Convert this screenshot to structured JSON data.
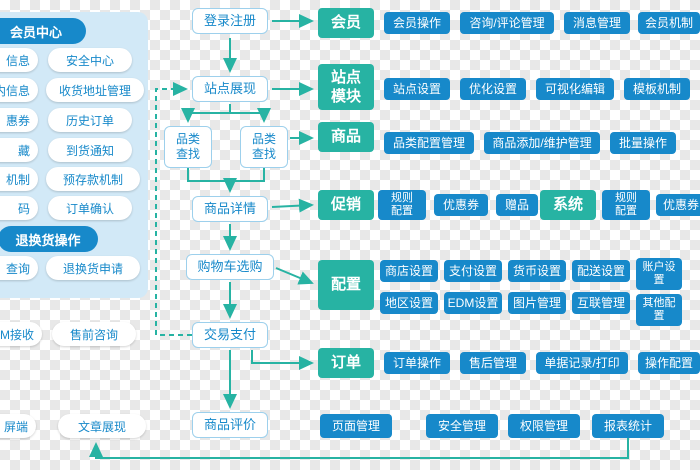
{
  "colors": {
    "blue": "#1789ca",
    "teal": "#27b3a3",
    "panel_bg": "#d2e9f7",
    "checker": "#e8e8e8"
  },
  "member_panel": {
    "title": "会员中心",
    "rows": [
      {
        "left": "信息",
        "right": "安全中心"
      },
      {
        "left": "内信息",
        "right": "收货地址管理"
      },
      {
        "left": "惠券",
        "right": "历史订单"
      },
      {
        "left": "藏",
        "right": "到货通知"
      },
      {
        "left": "机制",
        "right": "预存款机制"
      },
      {
        "left": "码",
        "right": "订单确认"
      }
    ],
    "returns_title": "退换货操作",
    "returns_row": {
      "left": "查询",
      "right": "退换货申请"
    },
    "extra_row": {
      "left": "M接收",
      "right": "售前咨询"
    },
    "bottom_row": {
      "left": "屏端",
      "right": "文章展现"
    }
  },
  "flow": {
    "login": "登录注册",
    "site": "站点展现",
    "category_a": "品类查找",
    "category_b": "品类查找",
    "detail": "商品详情",
    "cart": "购物车选购",
    "pay": "交易支付",
    "review": "商品评价"
  },
  "modules": {
    "member": {
      "title": "会员",
      "items": [
        "会员操作",
        "咨询/评论管理",
        "消息管理",
        "会员机制"
      ]
    },
    "site": {
      "title": "站点模块",
      "items": [
        "站点设置",
        "优化设置",
        "可视化编辑",
        "模板机制"
      ]
    },
    "goods": {
      "title": "商品",
      "items": [
        "品类配置管理",
        "商品添加/维护管理",
        "批量操作"
      ]
    },
    "promo": {
      "title": "促销",
      "items": [
        "规则配置",
        "优惠券",
        "赠品"
      ]
    },
    "system": {
      "title": "系统",
      "items": [
        "规则配置",
        "优惠券"
      ]
    },
    "config": {
      "title": "配置",
      "row1": [
        "商店设置",
        "支付设置",
        "货币设置",
        "配送设置",
        "账户设置"
      ],
      "row2": [
        "地区设置",
        "EDM设置",
        "图片管理",
        "互联管理",
        "其他配置"
      ]
    },
    "order": {
      "title": "订单",
      "items": [
        "订单操作",
        "售后管理",
        "单据记录/打印",
        "操作配置"
      ]
    }
  },
  "bottom_modules": [
    "页面管理",
    "安全管理",
    "权限管理",
    "报表统计"
  ]
}
